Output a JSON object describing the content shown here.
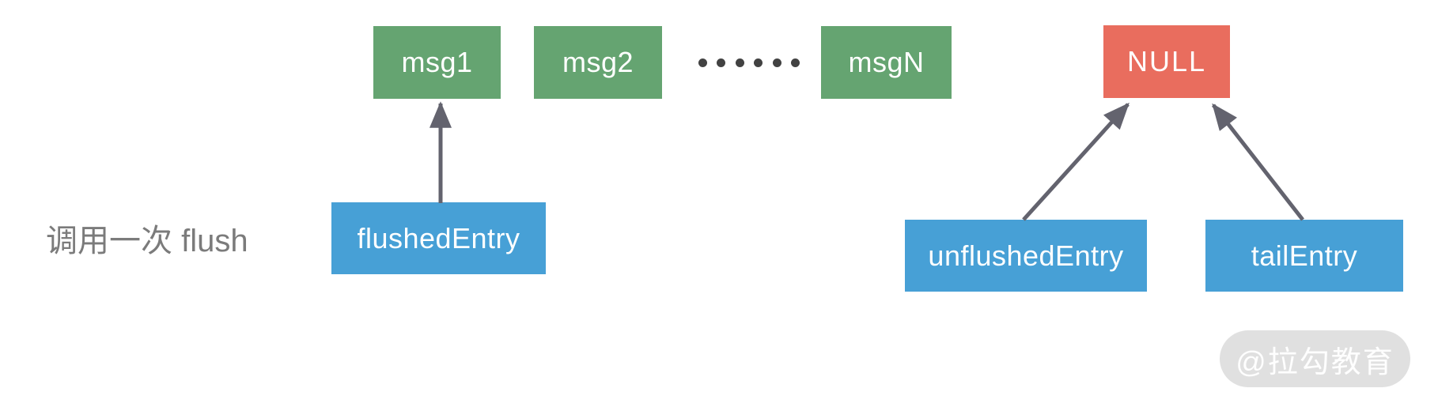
{
  "diagram": {
    "caption": "调用一次 flush",
    "message_nodes": [
      {
        "label": "msg1"
      },
      {
        "label": "msg2"
      },
      {
        "label": "msgN"
      }
    ],
    "null_node": {
      "label": "NULL"
    },
    "pointer_nodes": [
      {
        "label": "flushedEntry"
      },
      {
        "label": "unflushedEntry"
      },
      {
        "label": "tailEntry"
      }
    ],
    "ellipsis": "······",
    "arrows": [
      {
        "from": "flushedEntry",
        "to": "msg1"
      },
      {
        "from": "unflushedEntry",
        "to": "NULL"
      },
      {
        "from": "tailEntry",
        "to": "NULL"
      }
    ],
    "watermark": "@拉勾教育",
    "colors": {
      "msg_box": "#65a471",
      "null_box": "#e96d5e",
      "pointer_box": "#47a0d6",
      "arrow": "#63636e",
      "dots": "#424242",
      "caption_text": "#7b7b7b",
      "watermark_bg": "#e0e0e0",
      "watermark_text": "#ffffff"
    }
  }
}
